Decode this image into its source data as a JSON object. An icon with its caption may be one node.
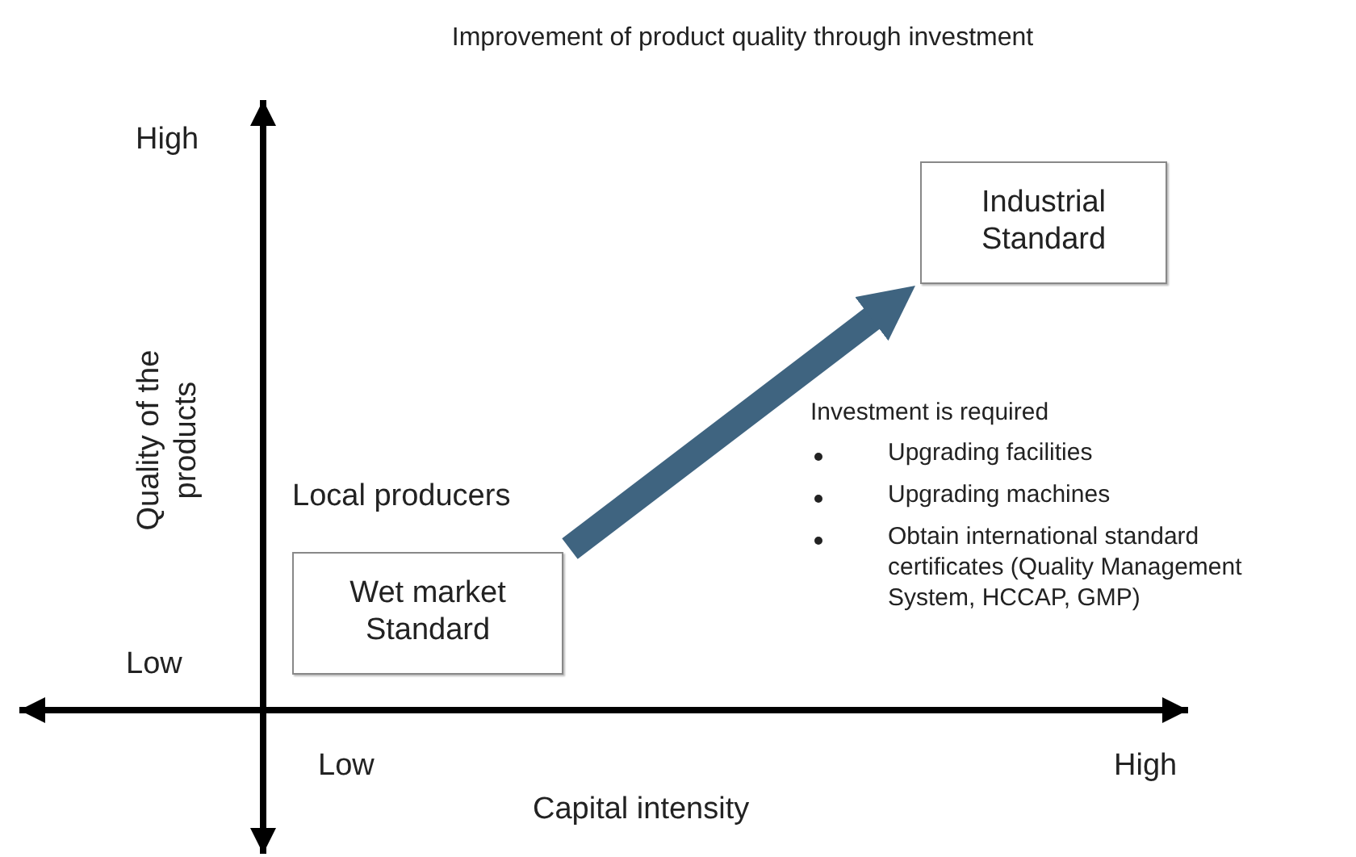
{
  "diagram": {
    "title": "Improvement of product quality through investment",
    "nodes": [
      {
        "text": [
          "Wet market Standard"
        ],
        "beside": [
          "Local producers"
        ]
      },
      {
        "text": [
          "Industrial Standard"
        ]
      }
    ],
    "edges": [
      {
        "from": 0,
        "to": 1,
        "arrow": "to"
      }
    ],
    "labels": [
      "High",
      "Quality of the products",
      "Low",
      "Low",
      "Capital intensity",
      "High",
      "Investment is required",
      "Upgrading facilities",
      "Upgrading machines",
      "Obtain international standard certificates (Quality Management System, HCCAP, GMP)"
    ]
  }
}
